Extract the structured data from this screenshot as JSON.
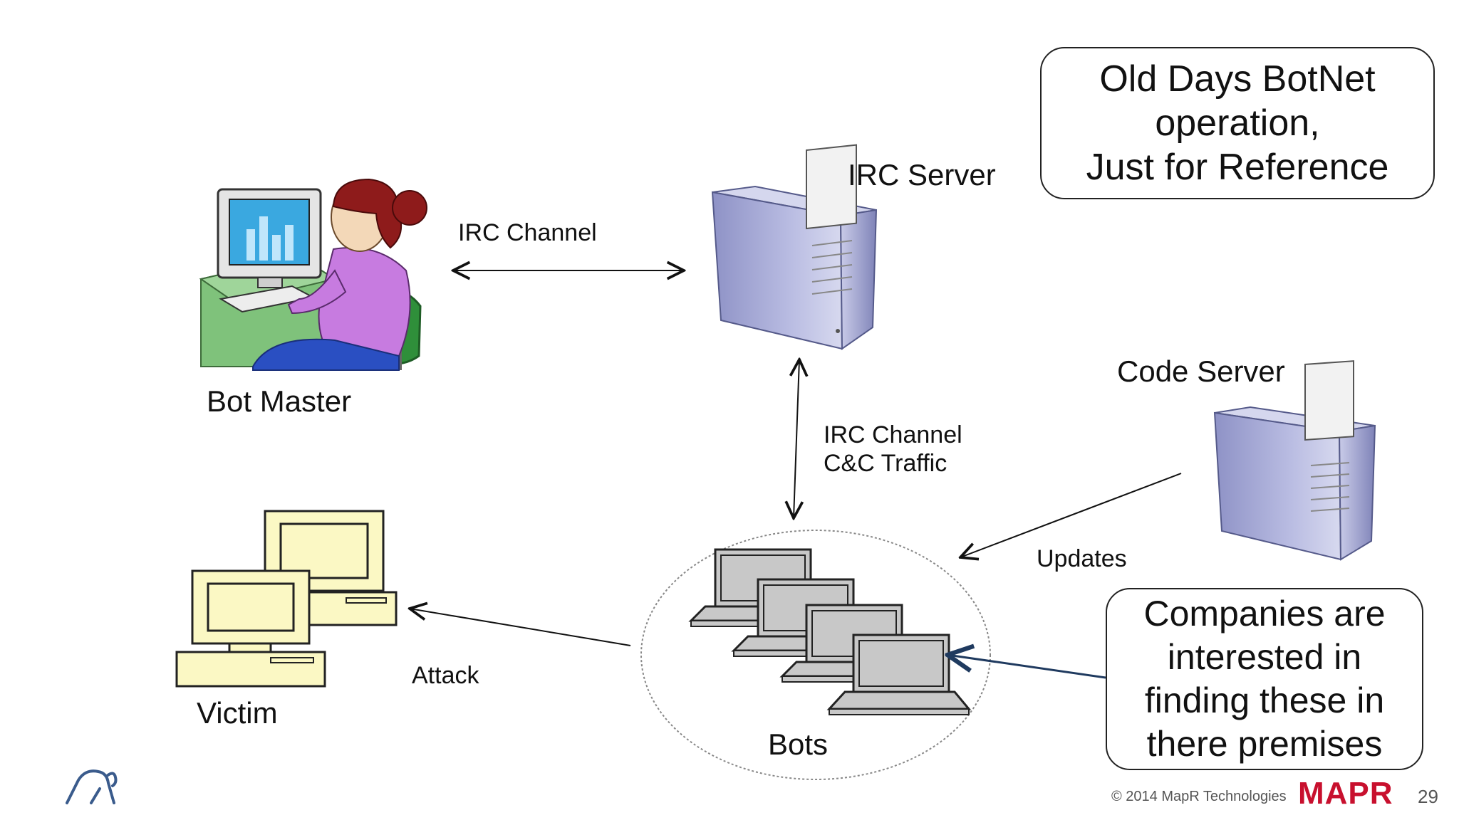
{
  "callouts": {
    "title_lines": [
      "Old Days BotNet",
      "operation,",
      "Just for Reference"
    ],
    "companies_lines": [
      "Companies are",
      "interested in",
      "finding these in",
      "there premises"
    ]
  },
  "nodes": {
    "bot_master": "Bot Master",
    "irc_server": "IRC Server",
    "code_server": "Code Server",
    "victim": "Victim",
    "bots": "Bots"
  },
  "edges": {
    "irc_channel_top": "IRC Channel",
    "irc_channel_vertical_1": "IRC Channel",
    "irc_channel_vertical_2": "C&C Traffic",
    "updates": "Updates",
    "attack": "Attack"
  },
  "footer": {
    "copyright": "© 2014 MapR Technologies",
    "logo": "MAPR",
    "page_number": "29"
  },
  "colors": {
    "arrow": "#111111",
    "highlight_arrow": "#1f3a5f",
    "server_body": "#a9acd6",
    "victim_screen": "#fbf8c4",
    "bot_screen": "#c8c8c8",
    "brand": "#c8102e"
  }
}
